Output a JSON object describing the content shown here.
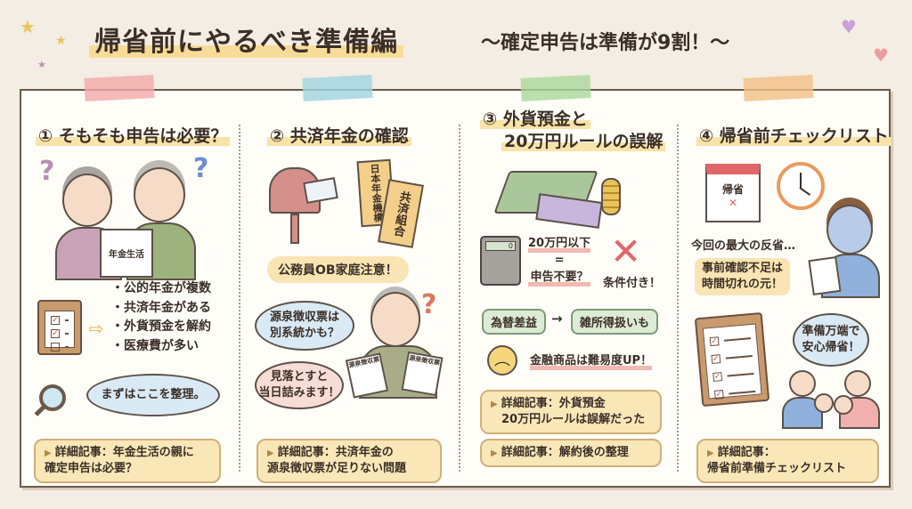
{
  "header": {
    "title": "帰省前にやるべき準備編",
    "subtitle": "〜確定申告は準備が9割！〜"
  },
  "colors": {
    "background": "#f4ede3",
    "panel": "#fffdf8",
    "highlight": "#f8e3a8",
    "link_box": "#f9e7b8",
    "tapes": [
      "#f2a9a9",
      "#9fd3e0",
      "#a9d89a",
      "#f3bf84"
    ]
  },
  "sections": [
    {
      "heading": "① そもそも申告は必要？",
      "doc_label": "年金生活",
      "bullets": [
        "・公的年金が複数",
        "・共済年金がある",
        "・外貨預金を解約",
        "・医療費が多い"
      ],
      "bubble": "まずはここを整理。",
      "link": [
        "詳細記事：年金生活の親に",
        "確定申告は必要？"
      ],
      "icons": [
        "question-mark-icon",
        "clipboard-checklist-icon",
        "arrow-right-icon",
        "magnifier-icon"
      ]
    },
    {
      "heading": "② 共済年金の確認",
      "envelopes": [
        "日本年金機構",
        "共済組合"
      ],
      "callout": "公務員OB家庭注意！",
      "bubble1": [
        "源泉徴収票は",
        "別系統かも？"
      ],
      "bubble2": [
        "見落とすと",
        "当日詰みます！"
      ],
      "doc_label": "源泉徴収票",
      "link": [
        "詳細記事：共済年金の",
        "源泉徴収票が足りない問題"
      ],
      "icons": [
        "mailbox-icon",
        "envelope-icon"
      ]
    },
    {
      "heading": [
        "③ 外貨預金と",
        "20万円ルールの誤解"
      ],
      "calc_display": "0",
      "rule": [
        "20万円以下",
        "=",
        "申告不要？"
      ],
      "verdict": "条件付き！",
      "tag_from": "為替差益",
      "arrow": "→",
      "tag_to": "雑所得扱いも",
      "warning": "金融商品は難易度UP！",
      "links": [
        [
          "詳細記事：外貨預金",
          "20万円ルールは誤解だった"
        ],
        [
          "詳細記事：解約後の整理"
        ]
      ],
      "icons": [
        "money-stack-icon",
        "calculator-icon",
        "cross-icon",
        "worried-face-icon"
      ]
    },
    {
      "heading": "④ 帰省前チェックリスト",
      "calendar_label": "帰省",
      "reflection": "今回の最大の反省…",
      "reflection_box": [
        "事前確認不足は",
        "時間切れの元！"
      ],
      "bubble": [
        "準備万端で",
        "安心帰省！"
      ],
      "link": [
        "詳細記事：",
        "帰省前準備チェックリスト"
      ],
      "icons": [
        "calendar-icon",
        "stopwatch-icon",
        "clipboard-checklist-icon"
      ]
    }
  ],
  "link_marker": "▶",
  "decor": {
    "star": "★",
    "heart": "♥",
    "check": "✓",
    "cross": "✕",
    "arrow": "⇨"
  }
}
